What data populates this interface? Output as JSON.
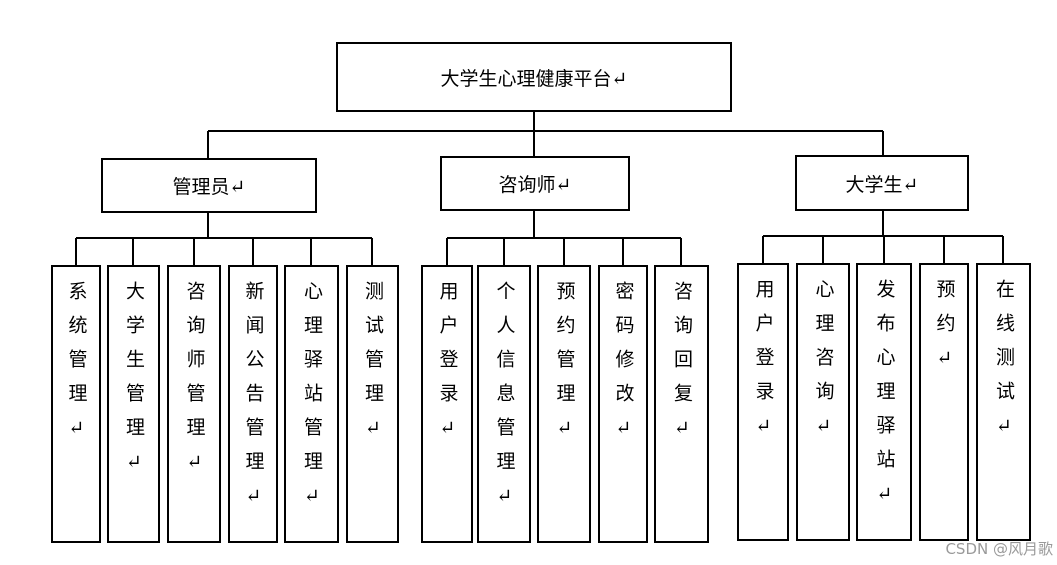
{
  "root": {
    "label": "大学生心理健康平台↵"
  },
  "groups": [
    {
      "label": "管理员↵",
      "children": [
        "系统管理↵",
        "大学生管理↵",
        "咨询师管理↵",
        "新闻公告管理↵",
        "心理驿站管理↵",
        "测试管理↵"
      ]
    },
    {
      "label": "咨询师↵",
      "children": [
        "用户登录↵",
        "个人信息管理↵",
        "预约管理↵",
        "密码修改↵",
        "咨询回复↵"
      ]
    },
    {
      "label": "大学生↵",
      "children": [
        "用户登录↵",
        "心理咨询↵",
        "发布心理驿站↵",
        "预约↵",
        "在线测试↵"
      ]
    }
  ],
  "watermark": "CSDN @风月歌"
}
